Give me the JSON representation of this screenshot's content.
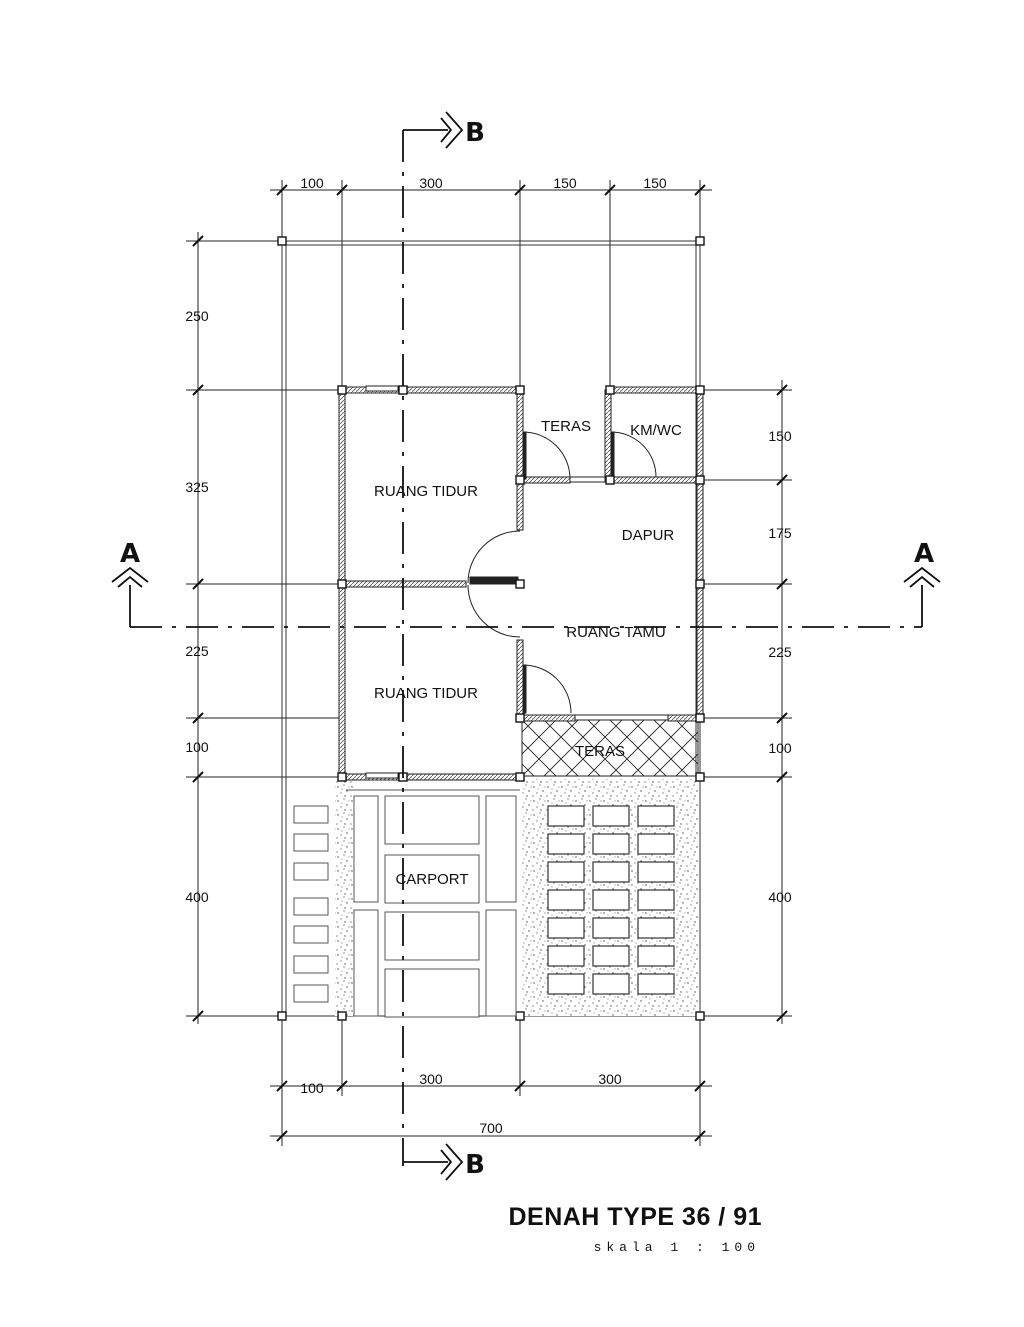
{
  "rooms": {
    "bedroom_1": "RUANG TIDUR",
    "bedroom_2": "RUANG TIDUR",
    "terrace_back": "TERAS",
    "bathroom": "KM/WC",
    "kitchen": "DAPUR",
    "living_room": "RUANG TAMU",
    "terrace_front": "TERAS",
    "carport": "CARPORT"
  },
  "dimensions": {
    "top": [
      "100",
      "300",
      "150",
      "150"
    ],
    "left": [
      "250",
      "325",
      "225",
      "100",
      "400"
    ],
    "right": [
      "150",
      "175",
      "225",
      "100",
      "400"
    ],
    "bottom": [
      "100",
      "300",
      "300"
    ],
    "total_width": "700"
  },
  "section_markers": {
    "a": "A",
    "b": "B"
  },
  "title": "DENAH TYPE 36 / 91",
  "scale": "skala 1 : 100"
}
